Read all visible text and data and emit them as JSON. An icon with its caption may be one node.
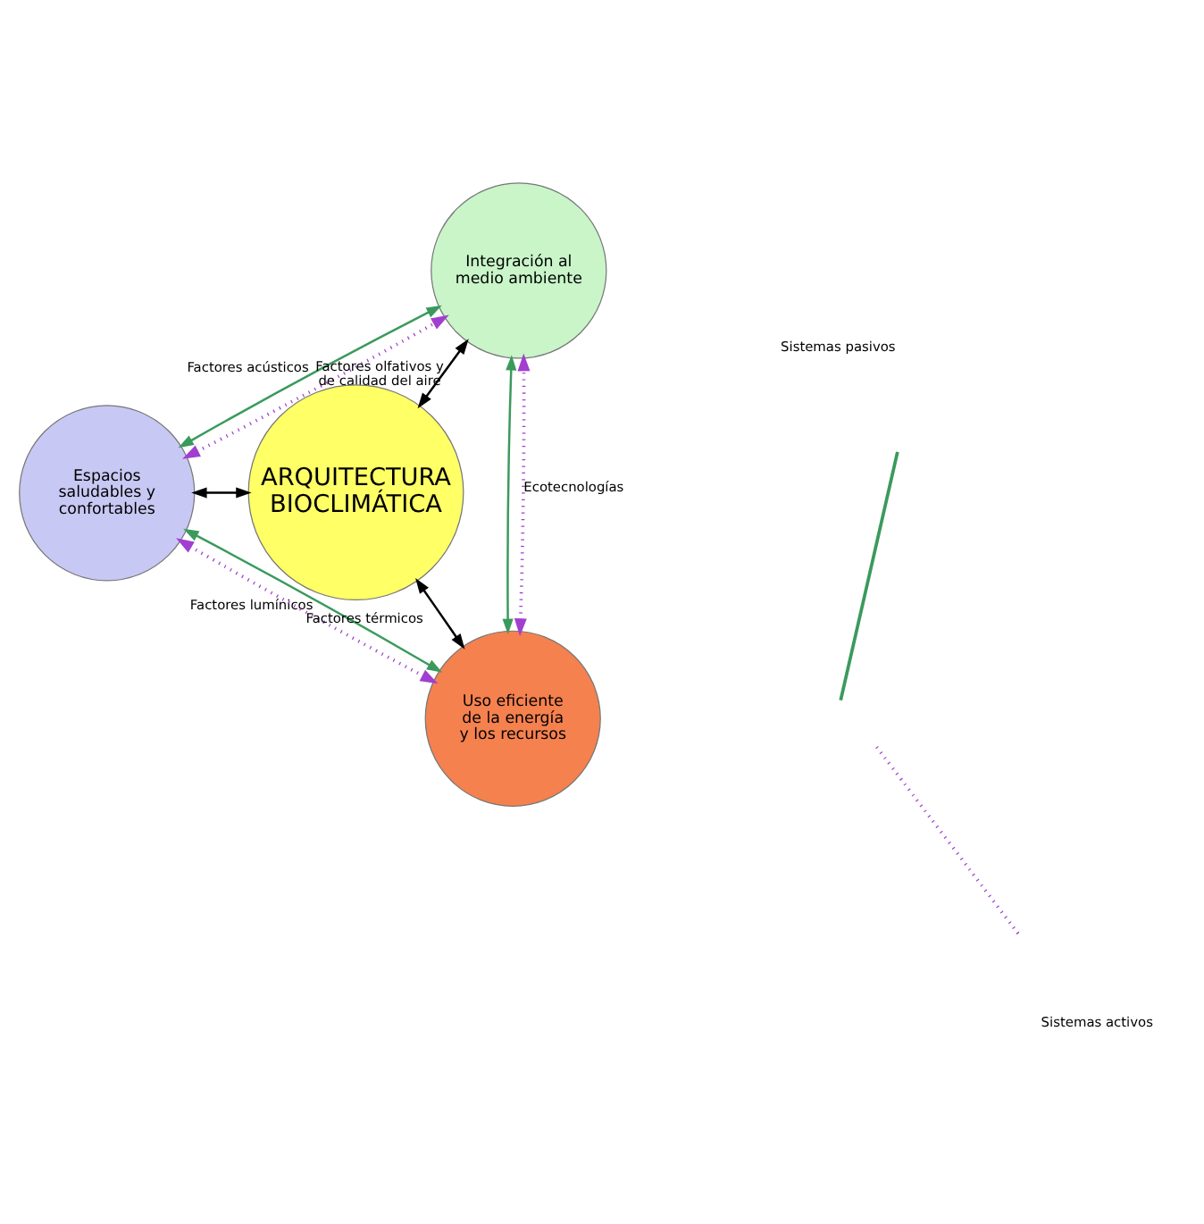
{
  "diagram": {
    "nodes": [
      {
        "text": [
          "Espacios saludables y confortables"
        ]
      },
      {
        "text": [
          "ARQUITECTURA BIOCLIMÁTICA"
        ]
      },
      {
        "text": [
          "Uso eficiente de la energía y los recursos"
        ]
      },
      {
        "text": [
          "Integración al medio ambiente"
        ]
      }
    ],
    "edges": [
      {
        "from": 1,
        "to": 0,
        "arrow": "both"
      },
      {
        "from": 1,
        "to": 2,
        "arrow": "both"
      },
      {
        "from": 1,
        "to": 3,
        "arrow": "both"
      },
      {
        "from": 0,
        "to": 2,
        "arrow": "both",
        "label": "Factores lumínicos",
        "color": "#3a9a5c"
      },
      {
        "from": 0,
        "to": 2,
        "arrow": "both",
        "label": "Factores térmicos",
        "style": "dashed",
        "color": "#a13fd0"
      },
      {
        "from": 0,
        "to": 3,
        "arrow": "both",
        "label": "Factores acústicos",
        "color": "#3a9a5c"
      },
      {
        "from": 0,
        "to": 3,
        "arrow": "both",
        "label": "Factores olfativos y de calidad del aire",
        "style": "dashed",
        "color": "#a13fd0"
      },
      {
        "from": 2,
        "to": 3,
        "arrow": "both",
        "color": "#3a9a5c"
      },
      {
        "from": 2,
        "to": 3,
        "arrow": "both",
        "label": "Ecotecnologías",
        "style": "dashed",
        "color": "#a13fd0"
      }
    ],
    "legend": [
      {
        "text": "Sistemas pasivos"
      },
      {
        "text": "Sistemas activos"
      }
    ]
  }
}
